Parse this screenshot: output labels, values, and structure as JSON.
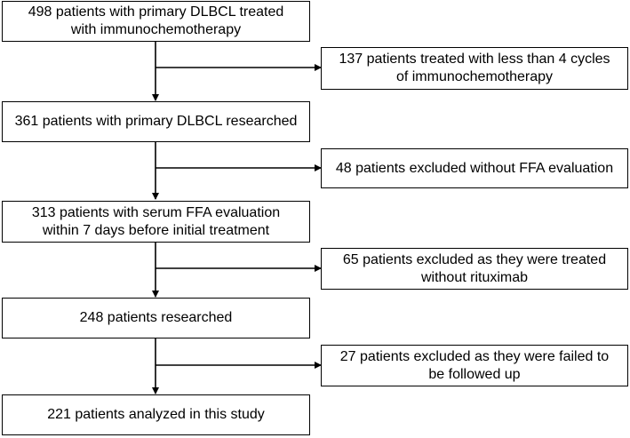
{
  "main_steps": [
    {
      "text": "498 patients with primary DLBCL treated\nwith immunochemotherapy"
    },
    {
      "text": "361 patients with primary DLBCL researched"
    },
    {
      "text": "313 patients with serum FFA evaluation\nwithin 7 days before initial treatment"
    },
    {
      "text": "248 patients researched"
    },
    {
      "text": "221 patients analyzed in this study"
    }
  ],
  "exclusions": [
    {
      "text": "137 patients treated with less than 4 cycles\nof immunochemotherapy"
    },
    {
      "text": "48 patients excluded without FFA evaluation"
    },
    {
      "text": "65 patients excluded as they were treated\nwithout rituximab"
    },
    {
      "text": "27 patients excluded as they were failed to\nbe followed up"
    }
  ]
}
